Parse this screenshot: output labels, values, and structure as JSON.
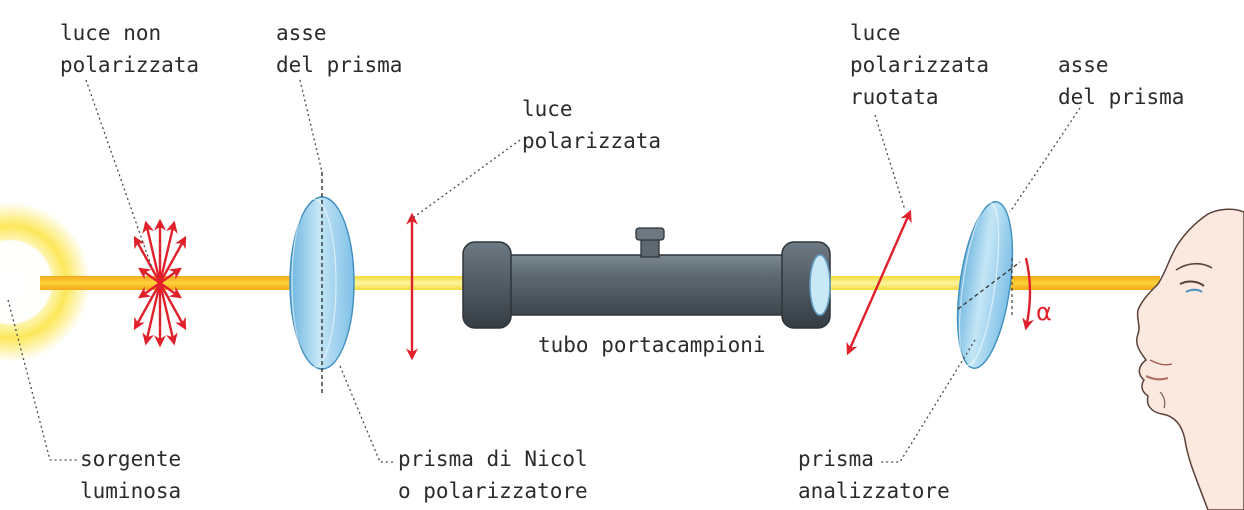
{
  "labels": {
    "unpolarized_light": [
      "luce non",
      "polarizzata"
    ],
    "prism_axis_left": [
      "asse",
      "del prisma"
    ],
    "polarized_light": [
      "luce",
      "polarizzata"
    ],
    "rotated_polarized_light": [
      "luce",
      "polarizzata",
      "ruotata"
    ],
    "prism_axis_right": [
      "asse",
      "del prisma"
    ],
    "sample_tube": "tubo portacampioni",
    "light_source": [
      "sorgente",
      "luminosa"
    ],
    "nicol_prism": [
      "prisma di Nicol",
      "o polarizzatore"
    ],
    "analyzer_prism": [
      "prisma",
      "analizzatore"
    ],
    "rotation_angle": "α"
  },
  "colors": {
    "beam": "#f7b31a",
    "beam_core": "#fbe24a",
    "polarization": "#e0202a",
    "lens": "#9fd3ee",
    "tube": "#5a6670",
    "label_text": "#2b2b2b"
  }
}
